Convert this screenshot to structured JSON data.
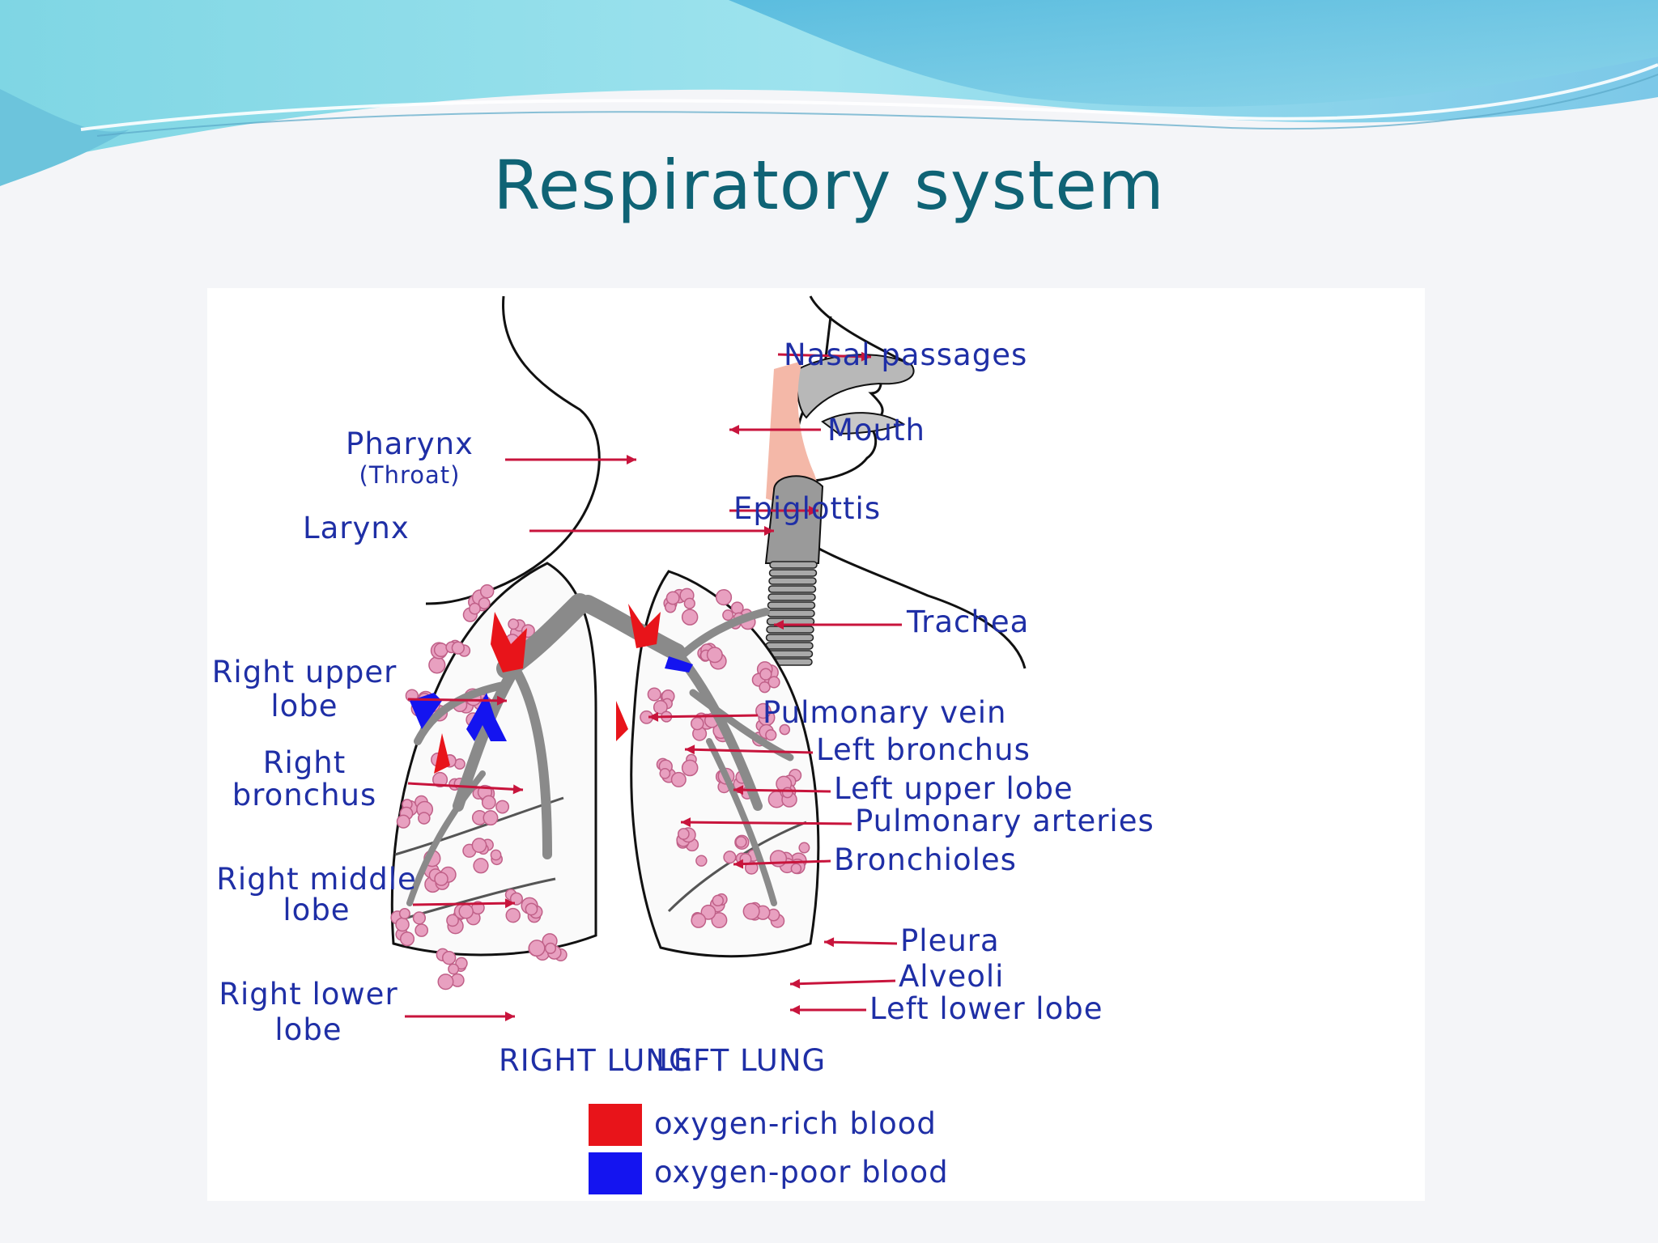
{
  "slide": {
    "title": "Respiratory system"
  },
  "diagram": {
    "labels": {
      "nasal_passages": "Nasal passages",
      "mouth": "Mouth",
      "pharynx": "Pharynx",
      "throat": "(Throat)",
      "larynx": "Larynx",
      "epiglottis": "Epiglottis",
      "trachea": "Trachea",
      "right_upper_lobe": "Right upper",
      "right_upper_lobe_2": "lobe",
      "right_bronchus": "Right",
      "right_bronchus_2": "bronchus",
      "right_middle_lobe": "Right middle",
      "right_middle_lobe_2": "lobe",
      "right_lower_lobe": "Right lower",
      "right_lower_lobe_2": "lobe",
      "pulmonary_vein": "Pulmonary vein",
      "left_bronchus": "Left bronchus",
      "left_upper_lobe": "Left upper lobe",
      "pulmonary_arteries": "Pulmonary arteries",
      "bronchioles": "Bronchioles",
      "pleura": "Pleura",
      "alveoli": "Alveoli",
      "left_lower_lobe": "Left lower lobe",
      "right_lung": "RIGHT LUNG",
      "left_lung": "LEFT LUNG"
    },
    "legend": [
      {
        "label": "oxygen-rich blood",
        "color": "#e8141a"
      },
      {
        "label": "oxygen-poor blood",
        "color": "#1414f0"
      }
    ],
    "colors": {
      "label_text": "#1f2fa6",
      "pointer": "#c8143c",
      "airway": "#a9a9a9",
      "alveoli": "#e8a0c0",
      "throat_tissue": "#f4b8a8",
      "title": "#0f6375"
    }
  }
}
